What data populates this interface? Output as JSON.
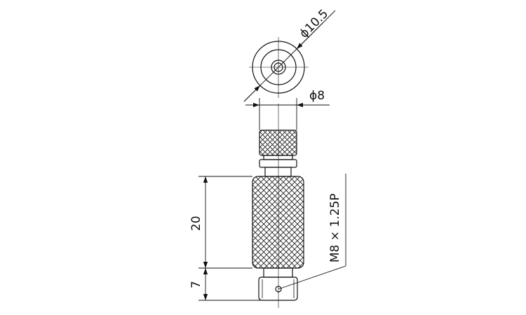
{
  "dimensions": {
    "outer_diameter": "ϕ10.5",
    "knurl_diameter": "ϕ8",
    "knurl_length": "20",
    "tip_length": "7",
    "thread_spec": "M8 × 1.25P"
  }
}
